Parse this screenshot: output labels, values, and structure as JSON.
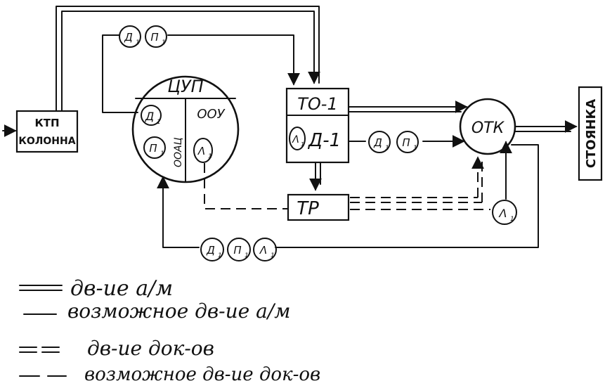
{
  "nodes": {
    "ktp": {
      "line1": "КТП",
      "line2": "КОЛОННА"
    },
    "cup": {
      "title": "ЦУП",
      "d_token": "Д",
      "p_token": "П",
      "ooau": "ООАЦ",
      "oou": "ООУ",
      "l_token": "Λ"
    },
    "to1": {
      "label": "ТО-1"
    },
    "d1": {
      "label": "Д-1",
      "l_token": "Λ"
    },
    "tr": {
      "label": "ТР"
    },
    "otk": {
      "label": "ОТК"
    },
    "stoyanka": {
      "label": "СТОЯНКА"
    },
    "l_marker": {
      "token": "Λ"
    }
  },
  "tokens": {
    "top": [
      "Д",
      "П"
    ],
    "right": [
      "Д",
      "П"
    ],
    "bottom": [
      "Д",
      "П",
      "Λ"
    ],
    "subscript": "1"
  },
  "legend": [
    {
      "style": "double-solid",
      "text": "дв-ие а/м"
    },
    {
      "style": "single-solid",
      "text": "возможное дв-ие а/м"
    },
    {
      "style": "double-dashed",
      "text": "дв-ие док-ов"
    },
    {
      "style": "single-dashed",
      "text": "возможное дв-ие док-ов"
    }
  ]
}
